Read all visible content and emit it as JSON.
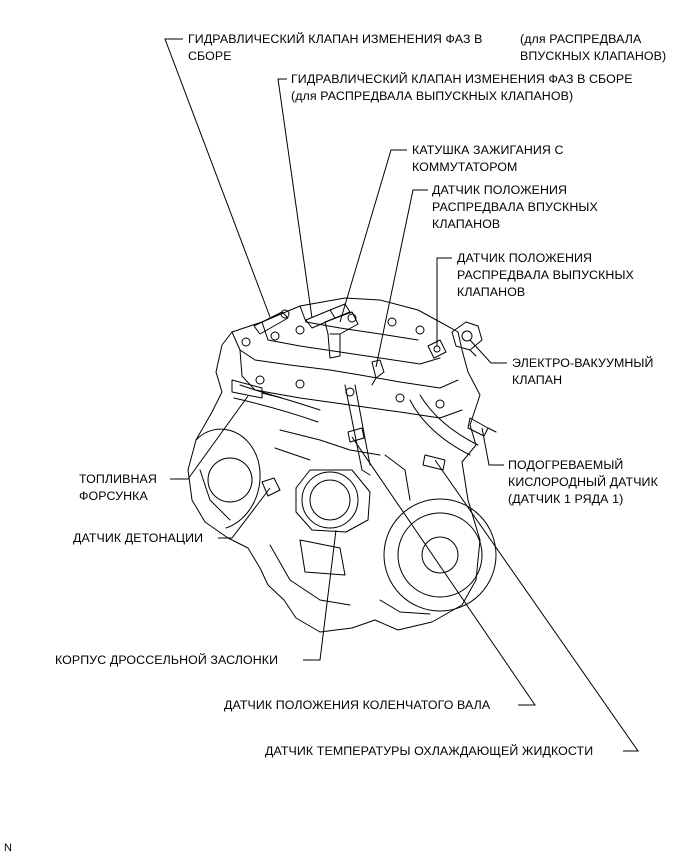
{
  "labels": {
    "intake_ocv": "ГИДРАВЛИЧЕСКИЙ КЛАПАН ИЗМЕНЕНИЯ ФАЗ В\nСБОРЕ",
    "intake_ocv_note": "(для РАСПРЕДВАЛА\nВПУСКНЫХ КЛАПАНОВ)",
    "exhaust_ocv": "ГИДРАВЛИЧЕСКИЙ КЛАПАН ИЗМЕНЕНИЯ ФАЗ В СБОРЕ\n(для РАСПРЕДВАЛА ВЫПУСКНЫХ КЛАПАНОВ)",
    "ignition_coil": "КАТУШКА ЗАЖИГАНИЯ С\nКОММУТАТОРОМ",
    "intake_cam_sensor": "ДАТЧИК ПОЛОЖЕНИЯ\nРАСПРЕДВАЛА ВПУСКНЫХ\nКЛАПАНОВ",
    "exhaust_cam_sensor": "ДАТЧИК ПОЛОЖЕНИЯ\nРАСПРЕДВАЛА ВЫПУСКНЫХ\nКЛАПАНОВ",
    "vsv": "ЭЛЕКТРО-ВАКУУМНЫЙ\nКЛАПАН",
    "o2_sensor": "ПОДОГРЕВАЕМЫЙ\nКИСЛОРОДНЫЙ ДАТЧИК\n(ДАТЧИК 1 РЯДА 1)",
    "fuel_injector": "ТОПЛИВНАЯ\nФОРСУНКА",
    "knock_sensor": "ДАТЧИК ДЕТОНАЦИИ",
    "throttle_body": "КОРПУС ДРОССЕЛЬНОЙ ЗАСЛОНКИ",
    "crank_sensor": "ДАТЧИК ПОЛОЖЕНИЯ КОЛЕНЧАТОГО ВАЛА",
    "coolant_temp_sensor": "ДАТЧИК ТЕМПЕРАТУРЫ ОХЛАЖДАЮЩЕЙ ЖИДКОСТИ",
    "corner_mark": "N"
  }
}
